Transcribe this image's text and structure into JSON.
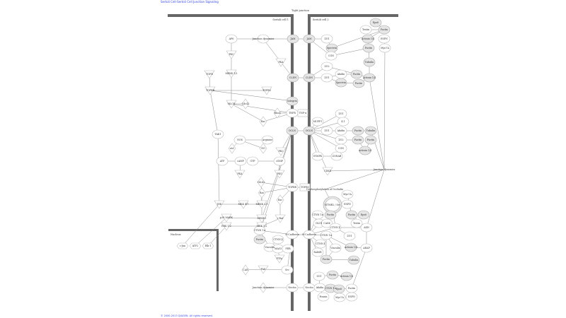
{
  "title": "Sertoli Cell-Sertoli Cell Junction Signaling",
  "section_label": "Tight junction",
  "compartments": {
    "cell1": "Sertoli cell 1",
    "cell2": "Sertoli cell 2",
    "nucleus": "Nucleus"
  },
  "copyright": "© 2000-2013 QIAGEN. All rights reserved.",
  "colors": {
    "membrane": "#666666",
    "node_fill": "#ffffff",
    "node_gray": "#e6e6e6",
    "link": "#3344dd"
  },
  "nodes": [
    {
      "id": "n1",
      "label": "JAM"
    },
    {
      "id": "n2",
      "label": "JAM"
    },
    {
      "id": "n3",
      "label": "Junction dynamics"
    },
    {
      "id": "n4",
      "label": "AF6"
    },
    {
      "id": "n5",
      "label": "ZO1"
    },
    {
      "id": "n6",
      "label": "Spectrin"
    },
    {
      "id": "n7",
      "label": "CGN"
    },
    {
      "id": "n8",
      "label": "Eps8"
    },
    {
      "id": "n9",
      "label": "Testin"
    },
    {
      "id": "n10",
      "label": "Factin"
    },
    {
      "id": "n11",
      "label": "Actinin 1/4"
    },
    {
      "id": "n12",
      "label": "ESPN"
    },
    {
      "id": "n13",
      "label": "Myo7A"
    },
    {
      "id": "n14",
      "label": "Factin"
    },
    {
      "id": "n15",
      "label": "Tubulin"
    },
    {
      "id": "n16",
      "label": "Actinin 1/4"
    },
    {
      "id": "n17",
      "label": "PKA"
    },
    {
      "id": "n18",
      "label": "CLDN"
    },
    {
      "id": "n19",
      "label": "CLDN"
    },
    {
      "id": "n20",
      "label": "ZO2"
    },
    {
      "id": "n21",
      "label": "ZO1"
    },
    {
      "id": "n22",
      "label": "Afadin"
    },
    {
      "id": "n23",
      "label": "Factin"
    },
    {
      "id": "n24",
      "label": "Spectrin"
    },
    {
      "id": "n25",
      "label": "Factin"
    },
    {
      "id": "n26",
      "label": "TGFB"
    },
    {
      "id": "n27",
      "label": "TGFBR"
    },
    {
      "id": "n28",
      "label": "PKC"
    },
    {
      "id": "n29",
      "label": "MEKK 1/2"
    },
    {
      "id": "n30",
      "label": "TGFB3"
    },
    {
      "id": "n31",
      "label": "MLCK"
    },
    {
      "id": "n32",
      "label": "Cdc42"
    },
    {
      "id": "n33",
      "label": "Integrin"
    },
    {
      "id": "n34",
      "label": "TNFR"
    },
    {
      "id": "n35",
      "label": "TNF-α"
    },
    {
      "id": "n36",
      "label": "RhoA"
    },
    {
      "id": "n37",
      "label": "Rac"
    },
    {
      "id": "n38",
      "label": "TAK1"
    },
    {
      "id": "n39",
      "label": "OCLN"
    },
    {
      "id": "n40",
      "label": "OCLN"
    },
    {
      "id": "n41",
      "label": "PKC"
    },
    {
      "id": "n42",
      "label": "NOS"
    },
    {
      "id": "n43",
      "label": "Arginine"
    },
    {
      "id": "n44",
      "label": "sAC"
    },
    {
      "id": "n45",
      "label": "NO"
    },
    {
      "id": "n46",
      "label": "ATP"
    },
    {
      "id": "n47",
      "label": "cAMP"
    },
    {
      "id": "n48",
      "label": "GTP"
    },
    {
      "id": "n49",
      "label": "cGMP"
    },
    {
      "id": "n50",
      "label": "PKA"
    },
    {
      "id": "n51",
      "label": "PKG"
    },
    {
      "id": "n52",
      "label": "MUPP1"
    },
    {
      "id": "n53",
      "label": "ZO1"
    },
    {
      "id": "n54",
      "label": "4.1"
    },
    {
      "id": "n55",
      "label": "ZO1"
    },
    {
      "id": "n56",
      "label": "Afadin"
    },
    {
      "id": "n57",
      "label": "Factin"
    },
    {
      "id": "n58",
      "label": "Tubulin"
    },
    {
      "id": "n59",
      "label": "ZO2"
    },
    {
      "id": "n60",
      "label": "CGN"
    },
    {
      "id": "n61",
      "label": "Factin"
    },
    {
      "id": "n62",
      "label": "Factin"
    },
    {
      "id": "n63",
      "label": "Actinin 1/4"
    },
    {
      "id": "n64",
      "label": "SYMPK"
    },
    {
      "id": "n65",
      "label": "ZONAB"
    },
    {
      "id": "n66",
      "label": "CDK4"
    },
    {
      "id": "n67",
      "label": "Junction dynamics"
    },
    {
      "id": "n68",
      "label": "TGFBR"
    },
    {
      "id": "n69",
      "label": "TGFB3"
    },
    {
      "id": "n70",
      "label": "Cdc42"
    },
    {
      "id": "n71",
      "label": "Ras"
    },
    {
      "id": "n72",
      "label": "Rac"
    },
    {
      "id": "n73",
      "label": "MEKK 2/3"
    },
    {
      "id": "n74",
      "label": "MKK 4/7"
    },
    {
      "id": "n75",
      "label": "JNK"
    },
    {
      "id": "n76",
      "label": "MEKK1"
    },
    {
      "id": "n77",
      "label": "c-Raf"
    },
    {
      "id": "n78",
      "label": "p38 MAPK"
    },
    {
      "id": "n79",
      "label": "ERK 1/2"
    },
    {
      "id": "n80",
      "label": "MEK 1/2"
    },
    {
      "id": "n81",
      "label": "c-Jun"
    },
    {
      "id": "n82",
      "label": "ATF2"
    },
    {
      "id": "n83",
      "label": "Elk-1"
    },
    {
      "id": "n84",
      "label": "CTNN 1α"
    },
    {
      "id": "n85",
      "label": "Factin"
    },
    {
      "id": "n86",
      "label": "CTNN β"
    },
    {
      "id": "n87",
      "label": "Vinculin"
    },
    {
      "id": "n88",
      "label": "MAGI"
    },
    {
      "id": "n89",
      "label": "PTPμ"
    },
    {
      "id": "n90",
      "label": "FER"
    },
    {
      "id": "n91",
      "label": "N-Cadherin"
    },
    {
      "id": "n92",
      "label": "N-Cadherin"
    },
    {
      "id": "n93",
      "label": "CAR"
    },
    {
      "id": "n94",
      "label": "FAK"
    },
    {
      "id": "n95",
      "label": "Src"
    },
    {
      "id": "n96",
      "label": "Nectin"
    },
    {
      "id": "n97",
      "label": "Nectin"
    },
    {
      "id": "n98",
      "label": "Junction dynamics"
    },
    {
      "id": "n99",
      "label": "Afadin"
    },
    {
      "id": "n100",
      "label": "Ponsin"
    },
    {
      "id": "n101",
      "label": "ZO1"
    },
    {
      "id": "n102",
      "label": "Factin"
    },
    {
      "id": "n103",
      "label": "Actinin 1/4"
    },
    {
      "id": "n104",
      "label": "CTNN 1α"
    },
    {
      "id": "n105",
      "label": "Eps8"
    },
    {
      "id": "n106",
      "label": "Factin"
    },
    {
      "id": "n107",
      "label": "Myo7A"
    },
    {
      "id": "n108",
      "label": "ESPN"
    },
    {
      "id": "n109",
      "label": "Dephosphorylation of Occludin"
    },
    {
      "id": "n110",
      "label": "MTMR2 / Src"
    },
    {
      "id": "n111",
      "label": "Myo7A"
    },
    {
      "id": "n112",
      "label": "ESPN"
    },
    {
      "id": "n113",
      "label": "Factin"
    },
    {
      "id": "n114",
      "label": "Eps8"
    },
    {
      "id": "n115",
      "label": "Testin"
    },
    {
      "id": "n116",
      "label": "CTNN 1α"
    },
    {
      "id": "n117",
      "label": "Factin"
    },
    {
      "id": "n118",
      "label": "DLG1"
    },
    {
      "id": "n119",
      "label": "CASK"
    },
    {
      "id": "n120",
      "label": "CTNN β"
    },
    {
      "id": "n121",
      "label": "AXN"
    },
    {
      "id": "n122",
      "label": "CTNN 1α"
    },
    {
      "id": "n123",
      "label": "ZO1"
    },
    {
      "id": "n124",
      "label": "CTNN β"
    },
    {
      "id": "n125",
      "label": "Rab8B"
    },
    {
      "id": "n126",
      "label": "Vinculin"
    },
    {
      "id": "n127",
      "label": "Actinin 1/4"
    },
    {
      "id": "n128",
      "label": "ARAP"
    },
    {
      "id": "n129",
      "label": "Factin"
    },
    {
      "id": "n130",
      "label": "Tubulin"
    }
  ]
}
